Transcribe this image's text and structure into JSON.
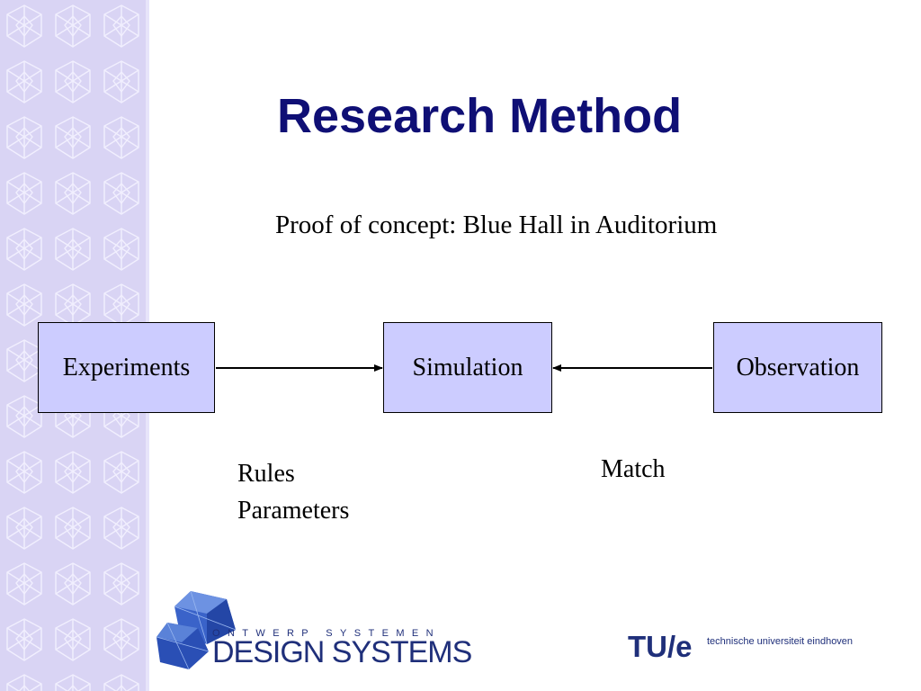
{
  "slide": {
    "title": "Research Method",
    "subtitle": "Proof of concept: Blue Hall in Auditorium"
  },
  "diagram": {
    "nodes": [
      {
        "id": "experiments",
        "label": "Experiments"
      },
      {
        "id": "simulation",
        "label": "Simulation"
      },
      {
        "id": "observation",
        "label": "Observation"
      }
    ],
    "edges": [
      {
        "from": "experiments",
        "to": "simulation"
      },
      {
        "from": "observation",
        "to": "simulation"
      }
    ],
    "notes": {
      "rules": "Rules",
      "parameters": "Parameters",
      "match": "Match"
    }
  },
  "footer": {
    "design_systems_tagline": "ONTWERP SYSTEMEN",
    "design_systems_name": "DESIGN SYSTEMS",
    "tue_logo": "TU/e",
    "tue_name": "technische universiteit eindhoven"
  },
  "colors": {
    "title": "#0f0f75",
    "box_fill": "#ccccff",
    "sidebar": "#d9d4f4",
    "logo_blue": "#1f2f7a"
  }
}
